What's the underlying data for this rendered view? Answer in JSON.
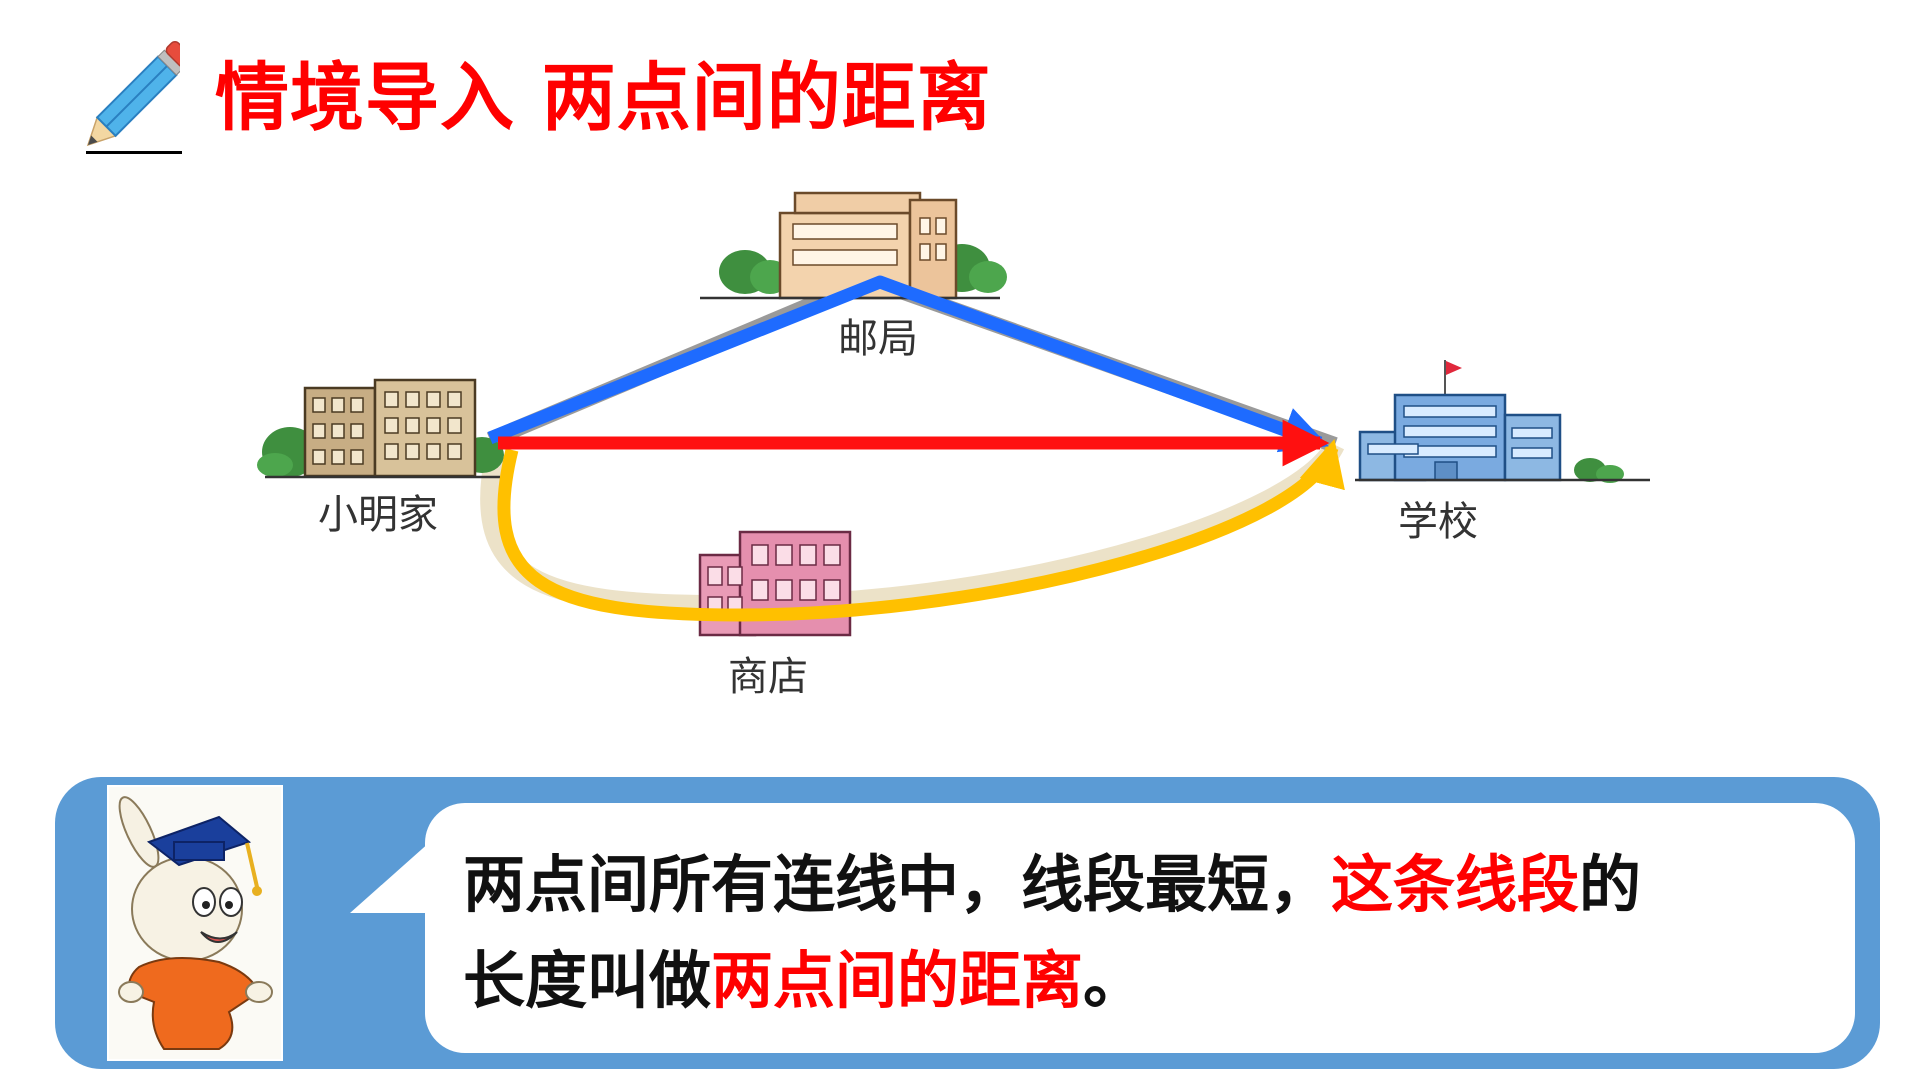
{
  "title": "情境导入 两点间的距离",
  "diagram": {
    "places": {
      "home": "小明家",
      "post_office": "邮局",
      "school": "学校",
      "shop": "商店"
    },
    "routes": [
      {
        "name": "via-post-office",
        "color": "#1e6bff"
      },
      {
        "name": "straight-segment",
        "color": "#ff1010"
      },
      {
        "name": "via-shop",
        "color": "#ffc000"
      }
    ]
  },
  "callout": {
    "line1_part1": "两点间所有连线中，线段最短，",
    "line1_highlight": "这条线段",
    "line1_part2": "的",
    "line2_part1": "长度叫做",
    "line2_highlight": "两点间的距离",
    "line2_part2": "。"
  },
  "colors": {
    "title": "#ff0000",
    "callout_frame": "#5b9bd5",
    "highlight": "#ff0000"
  },
  "icons": [
    "pencil-icon",
    "rabbit-mascot"
  ]
}
